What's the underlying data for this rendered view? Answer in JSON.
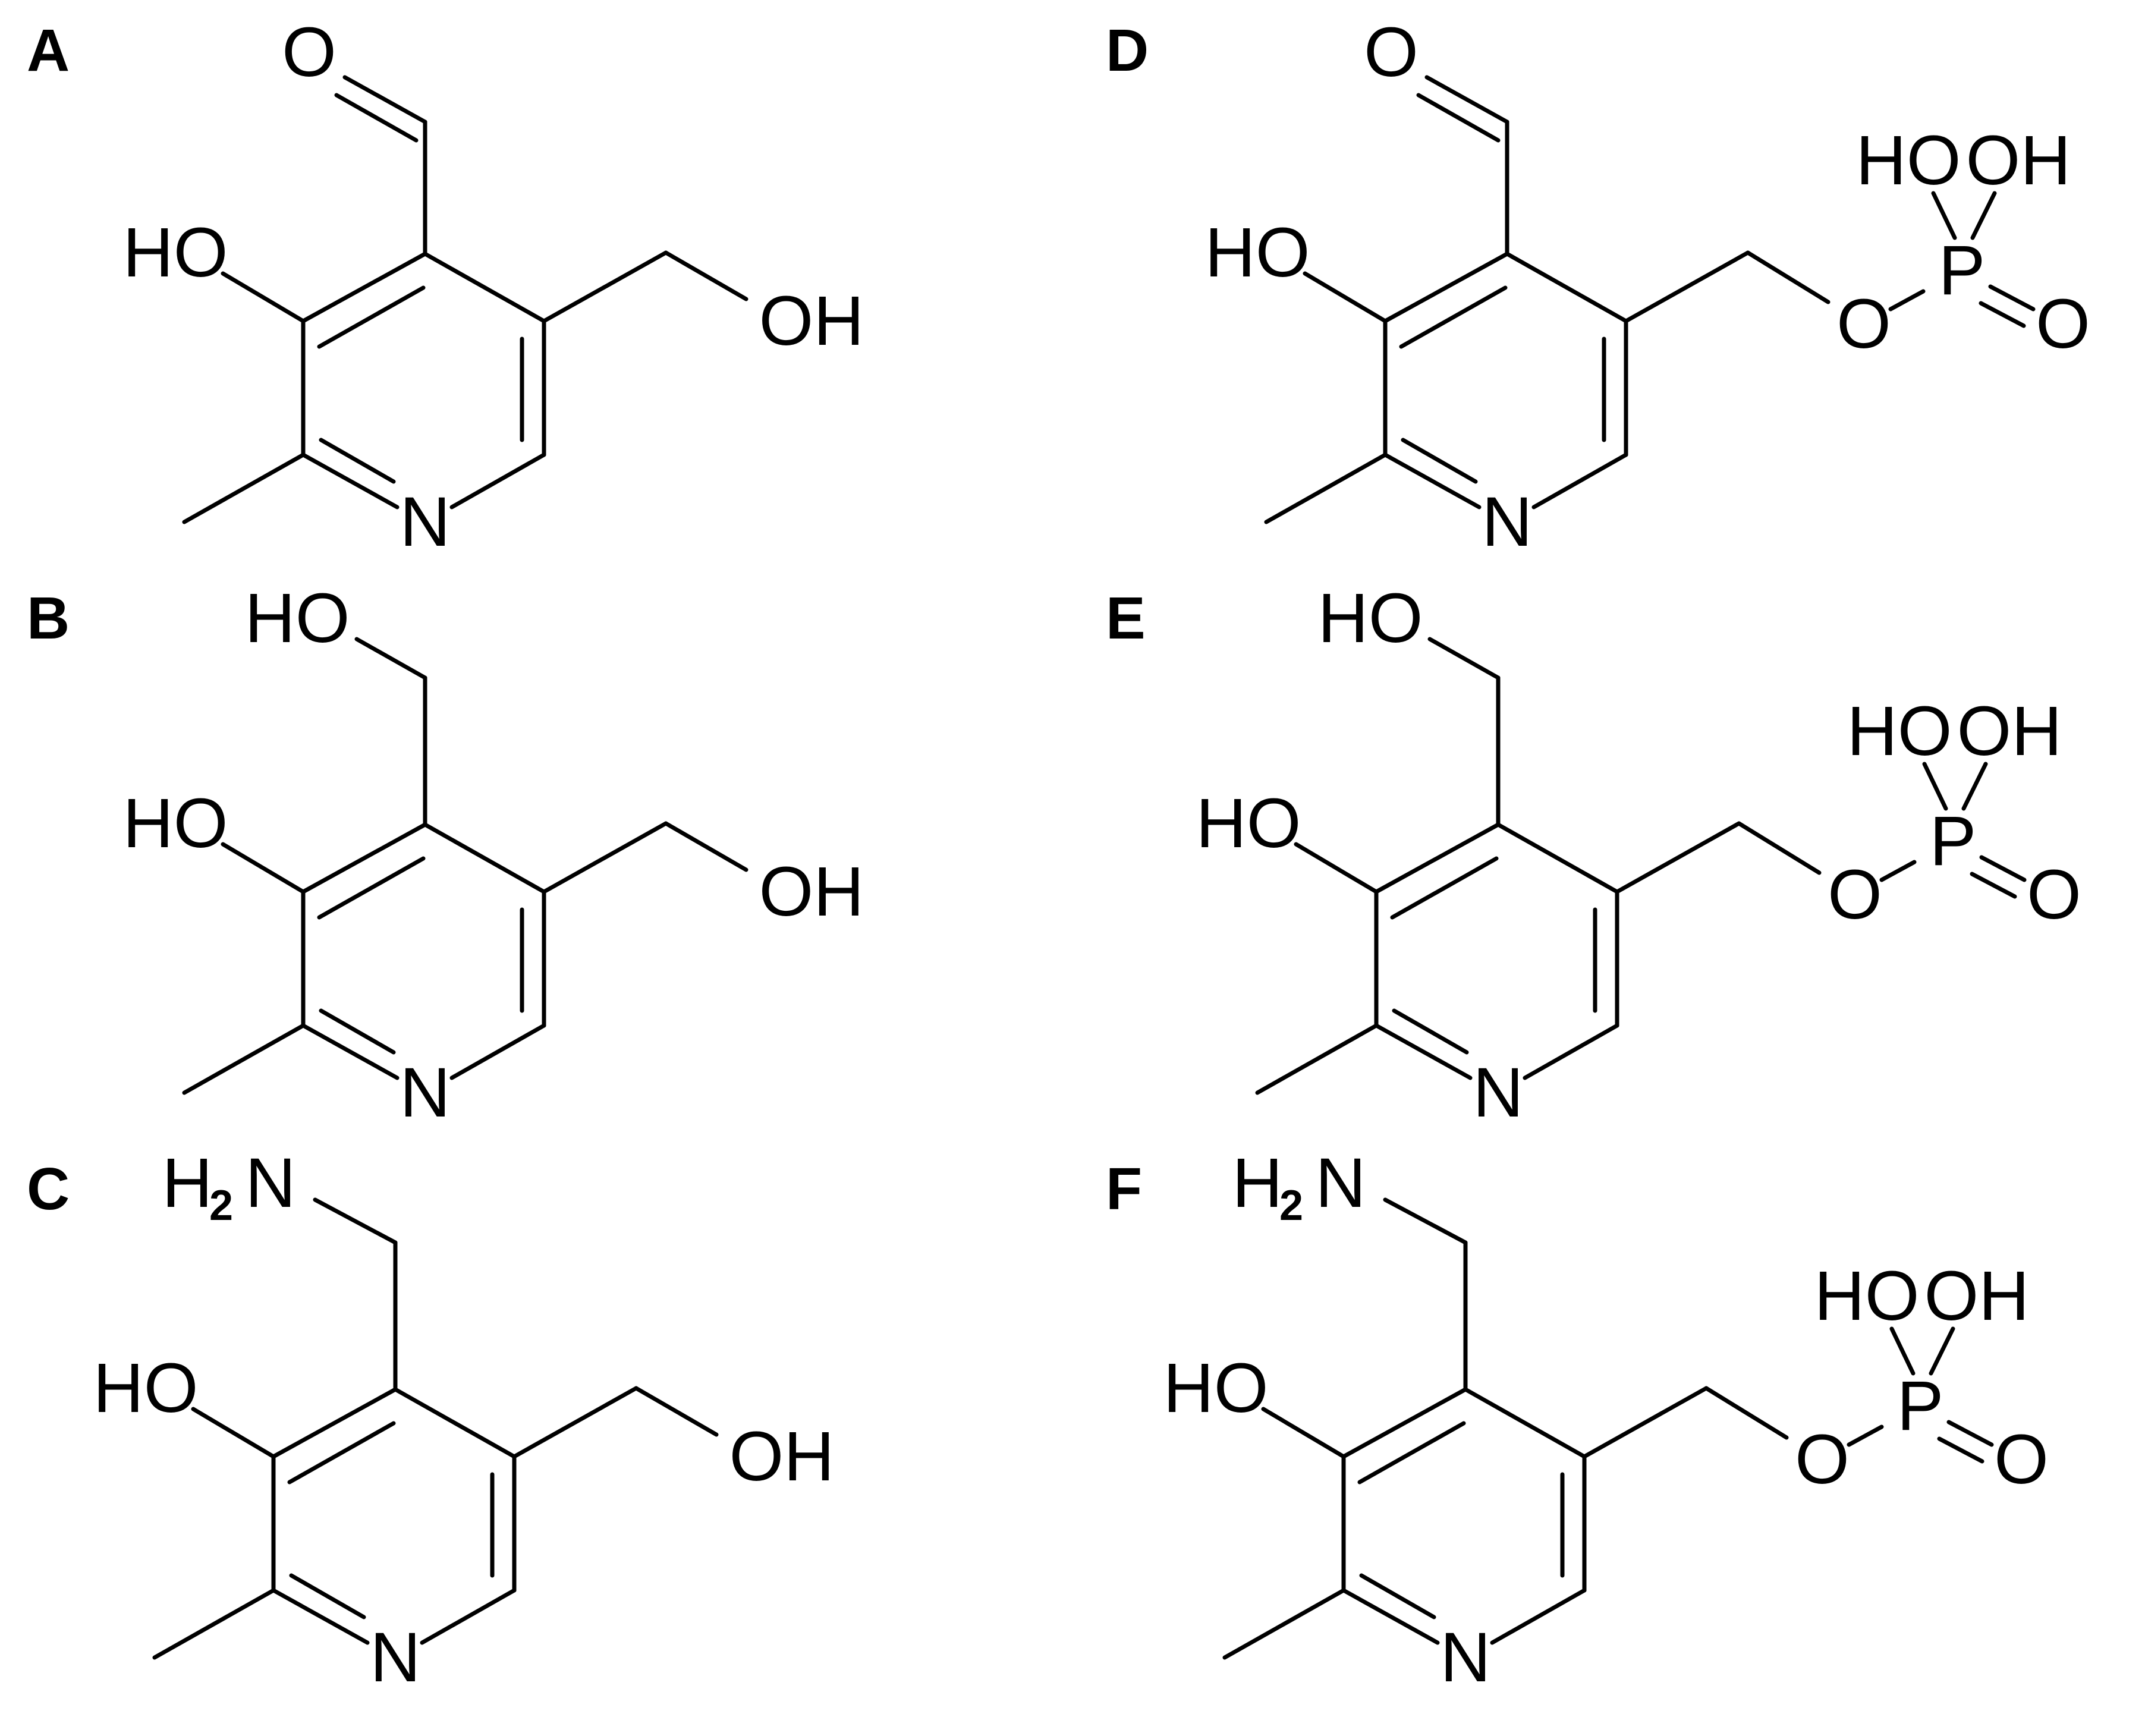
{
  "panels": [
    {
      "label": "A",
      "top": "aldehyde",
      "phosphate": false
    },
    {
      "label": "B",
      "top": "hydroxymethyl",
      "phosphate": false
    },
    {
      "label": "C",
      "top": "aminomethyl",
      "phosphate": false
    },
    {
      "label": "D",
      "top": "aldehyde",
      "phosphate": true
    },
    {
      "label": "E",
      "top": "hydroxymethyl",
      "phosphate": true
    },
    {
      "label": "F",
      "top": "aminomethyl",
      "phosphate": true
    }
  ],
  "atoms": {
    "ring_nitrogen": "N",
    "hydroxyl_left": "HO",
    "hydroxyl_right": "OH",
    "aldehyde_oxygen": "O",
    "amine_h": "H",
    "amine_sub": "2",
    "amine_n": "N",
    "phosphorus": "P",
    "phosphate_oxygen": "O"
  }
}
